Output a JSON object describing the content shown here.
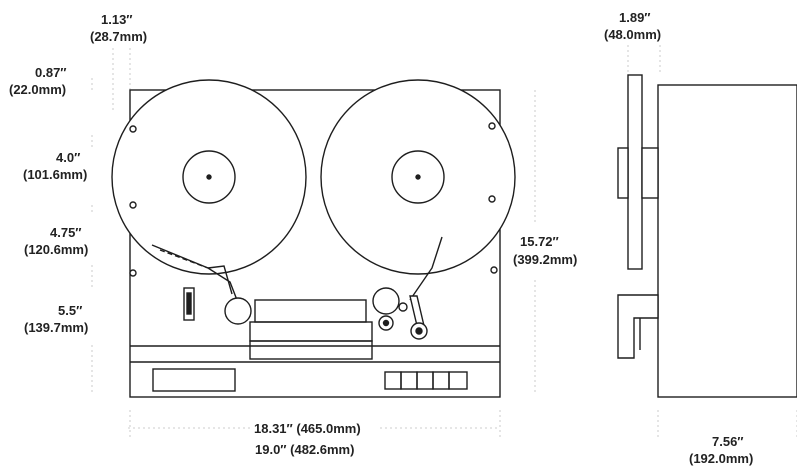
{
  "colors": {
    "line": "#1e1e1e",
    "text": "#222222",
    "background": "#ffffff"
  },
  "dimensions": {
    "width_165_inch": "1.13″",
    "width_165_mm": "(28.7mm)",
    "width_189_inch": "1.89″",
    "width_189_mm": "(48.0mm)",
    "height_087_inch": "0.87″",
    "height_087_mm": "(22.0mm)",
    "height_40_inch": "4.0″",
    "height_40_mm": "(101.6mm)",
    "height_475_inch": "4.75″",
    "height_475_mm": "(120.6mm)",
    "height_55_inch": "5.5″",
    "height_55_mm": "(139.7mm)",
    "height_1572_inch": "15.72″",
    "height_1572_mm": "(399.2mm)",
    "width_1831": "18.31″ (465.0mm)",
    "width_190": "19.0″ (482.6mm)",
    "depth_756_inch": "7.56″",
    "depth_756_mm": "(192.0mm)"
  }
}
